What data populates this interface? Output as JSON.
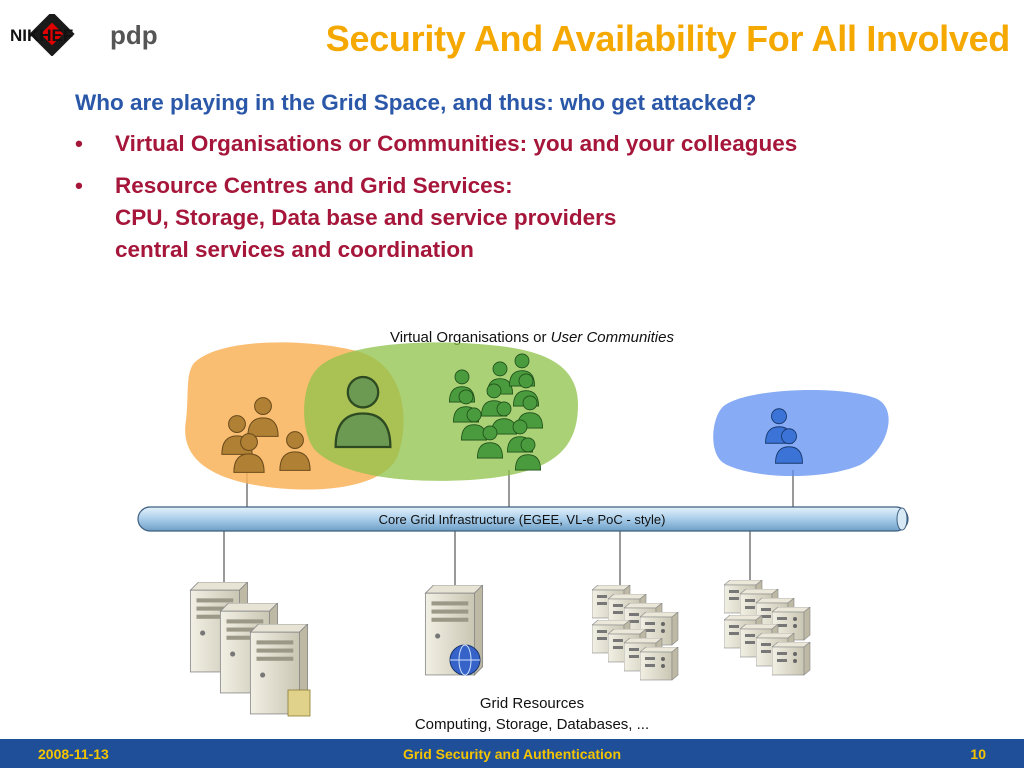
{
  "header": {
    "logo_text_a": "NIKHEF",
    "logo_text_b": "pdp",
    "title": "Security And Availability For All Involved"
  },
  "content": {
    "question": "Who are playing in the Grid Space, and thus: who get attacked?",
    "bullets": [
      {
        "lines": [
          "Virtual Organisations or Communities: you and your colleagues"
        ]
      },
      {
        "lines": [
          "Resource Centres and Grid Services:",
          "CPU, Storage, Data base and service providers",
          "central services and coordination"
        ]
      }
    ],
    "bullet_marker": "•"
  },
  "diagram": {
    "vo_label_plain": "Virtual Organisations or ",
    "vo_label_italic": "User Communities",
    "bus_label": "Core Grid Infrastructure (EGEE, VL-e PoC - style)",
    "resources_title": "Grid Resources",
    "resources_sub": "Computing, Storage, Databases, ...",
    "colors": {
      "orange_blob": "#f9b35b",
      "green_blob": "#8fc24a",
      "blue_blob": "#5f8ff0",
      "person_orange": "#b08035",
      "person_green": "#4a9b3e",
      "person_blue": "#3b73d6",
      "bus": "#a9cdea"
    }
  },
  "footer": {
    "date": "2008-11-13",
    "center": "Grid Security and Authentication",
    "page": "10"
  }
}
